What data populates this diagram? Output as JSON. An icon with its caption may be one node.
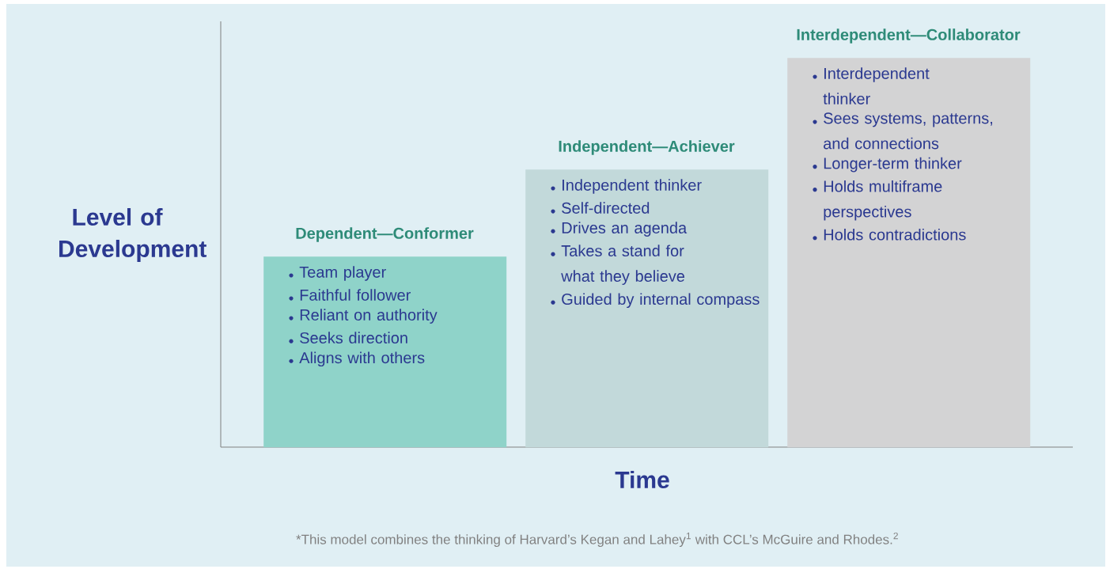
{
  "diagram": {
    "caption": "*This model combines the thinking of Harvard’s Kegan and Lahey$^{1}$ with CCL’s McGuire and Rhodes.$^{2}$",
    "nodes": [
      {
        "text": [
          "Dependent—Conformer",
          "Team player",
          "Faithful follower",
          "Reliant on authority",
          "Seeks direction",
          "Aligns with others"
        ]
      },
      {
        "text": [
          "Independent—Achiever",
          "Independent thinker",
          "Self-directed",
          "Drives an agenda",
          "Takes a stand for what they believe",
          "Guided by internal compass"
        ]
      },
      {
        "text": [
          "Interdependent—Collaborator",
          "Interdependent thinker",
          "Sees systems, patterns, and connections",
          "Longer-term thinker",
          "Holds multiframe perspectives",
          "Holds contradictions"
        ]
      }
    ],
    "labels": [
      "Level of Development",
      "Time"
    ]
  }
}
